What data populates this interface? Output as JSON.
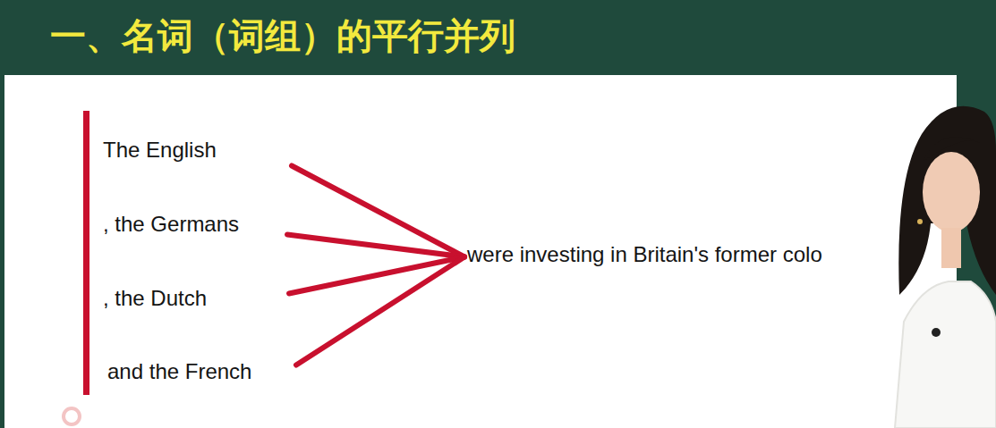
{
  "diagram": {
    "title": "一、名词（词组）的平行并列",
    "nodes": [
      {
        "text": [
          "The English"
        ]
      },
      {
        "text": [
          ", the Germans"
        ]
      },
      {
        "text": [
          ", the Dutch"
        ]
      },
      {
        "text": [
          "and the French"
        ]
      },
      {
        "text": [
          "were investing in Britain's former colo"
        ]
      }
    ],
    "edges": [
      {
        "from": 0,
        "to": 4,
        "arrow": "none"
      },
      {
        "from": 1,
        "to": 4,
        "arrow": "none"
      },
      {
        "from": 2,
        "to": 4,
        "arrow": "none"
      },
      {
        "from": 3,
        "to": 4,
        "arrow": "none"
      }
    ]
  }
}
